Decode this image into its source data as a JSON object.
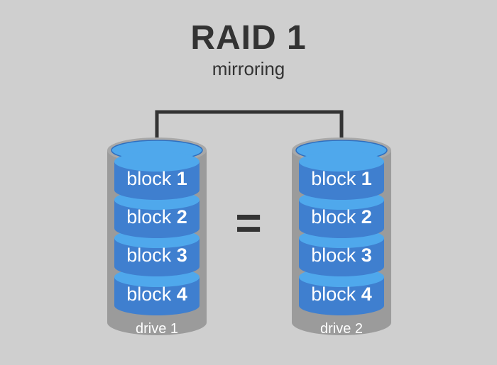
{
  "title": "RAID 1",
  "subtitle": "mirroring",
  "equals_symbol": "=",
  "drives": [
    {
      "label": "drive 1",
      "blocks": [
        {
          "word": "block",
          "num": "1"
        },
        {
          "word": "block",
          "num": "2"
        },
        {
          "word": "block",
          "num": "3"
        },
        {
          "word": "block",
          "num": "4"
        }
      ]
    },
    {
      "label": "drive 2",
      "blocks": [
        {
          "word": "block",
          "num": "1"
        },
        {
          "word": "block",
          "num": "2"
        },
        {
          "word": "block",
          "num": "3"
        },
        {
          "word": "block",
          "num": "4"
        }
      ]
    }
  ],
  "colors": {
    "background": "#cfcfcf",
    "drive_body": "#9b9b9b",
    "drive_top": "#a8a8a8",
    "block": "#3f7fcf",
    "block_top": "#4fa8ec",
    "connector": "#333333",
    "text_dark": "#333333"
  }
}
